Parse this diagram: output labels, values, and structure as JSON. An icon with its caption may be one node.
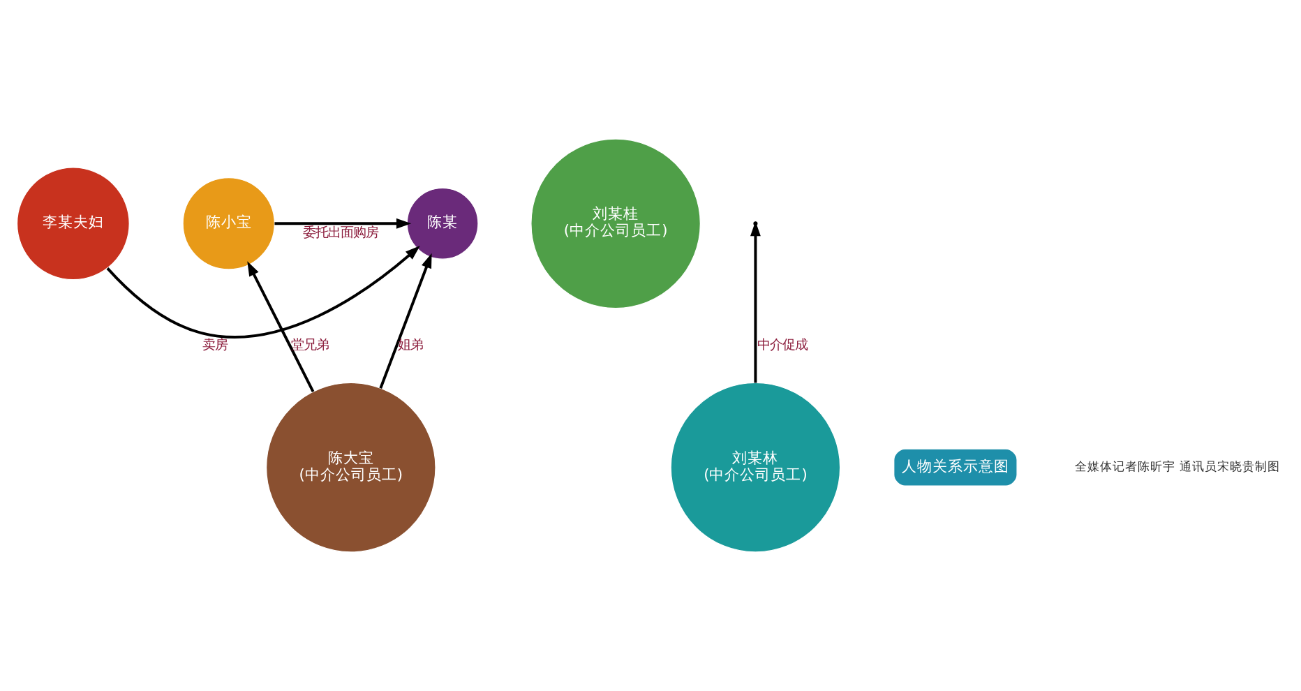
{
  "diagram": {
    "nodes": [
      {
        "text": [
          "李某夫妇"
        ]
      },
      {
        "text": [
          "陈某"
        ]
      },
      {
        "text": [
          "陈小宝"
        ]
      },
      {
        "text": [
          "刘某桂",
          "(中介公司员工)"
        ]
      },
      {
        "text": [
          "刘某林",
          "(中介公司员工)"
        ]
      },
      {
        "text": [
          "陈大宝",
          "(中介公司员工)"
        ]
      },
      {
        "text": [
          "人物关系示意图"
        ]
      }
    ],
    "edges": [
      {
        "from": 0,
        "to": 1,
        "arrow": "to",
        "label": "卖房"
      },
      {
        "from": 2,
        "to": 1,
        "arrow": "to",
        "label": "委托出面购房"
      },
      {
        "from": 4,
        "to": null,
        "arrow": "to",
        "label": "中介促成"
      },
      {
        "from": 5,
        "to": 1,
        "arrow": "to",
        "label": "姐弟"
      },
      {
        "from": 5,
        "to": 2,
        "arrow": "to",
        "label": "堂兄弟"
      }
    ],
    "labels": [
      "全媒体记者陈昕宇 通讯员宋晓贵制图"
    ]
  }
}
